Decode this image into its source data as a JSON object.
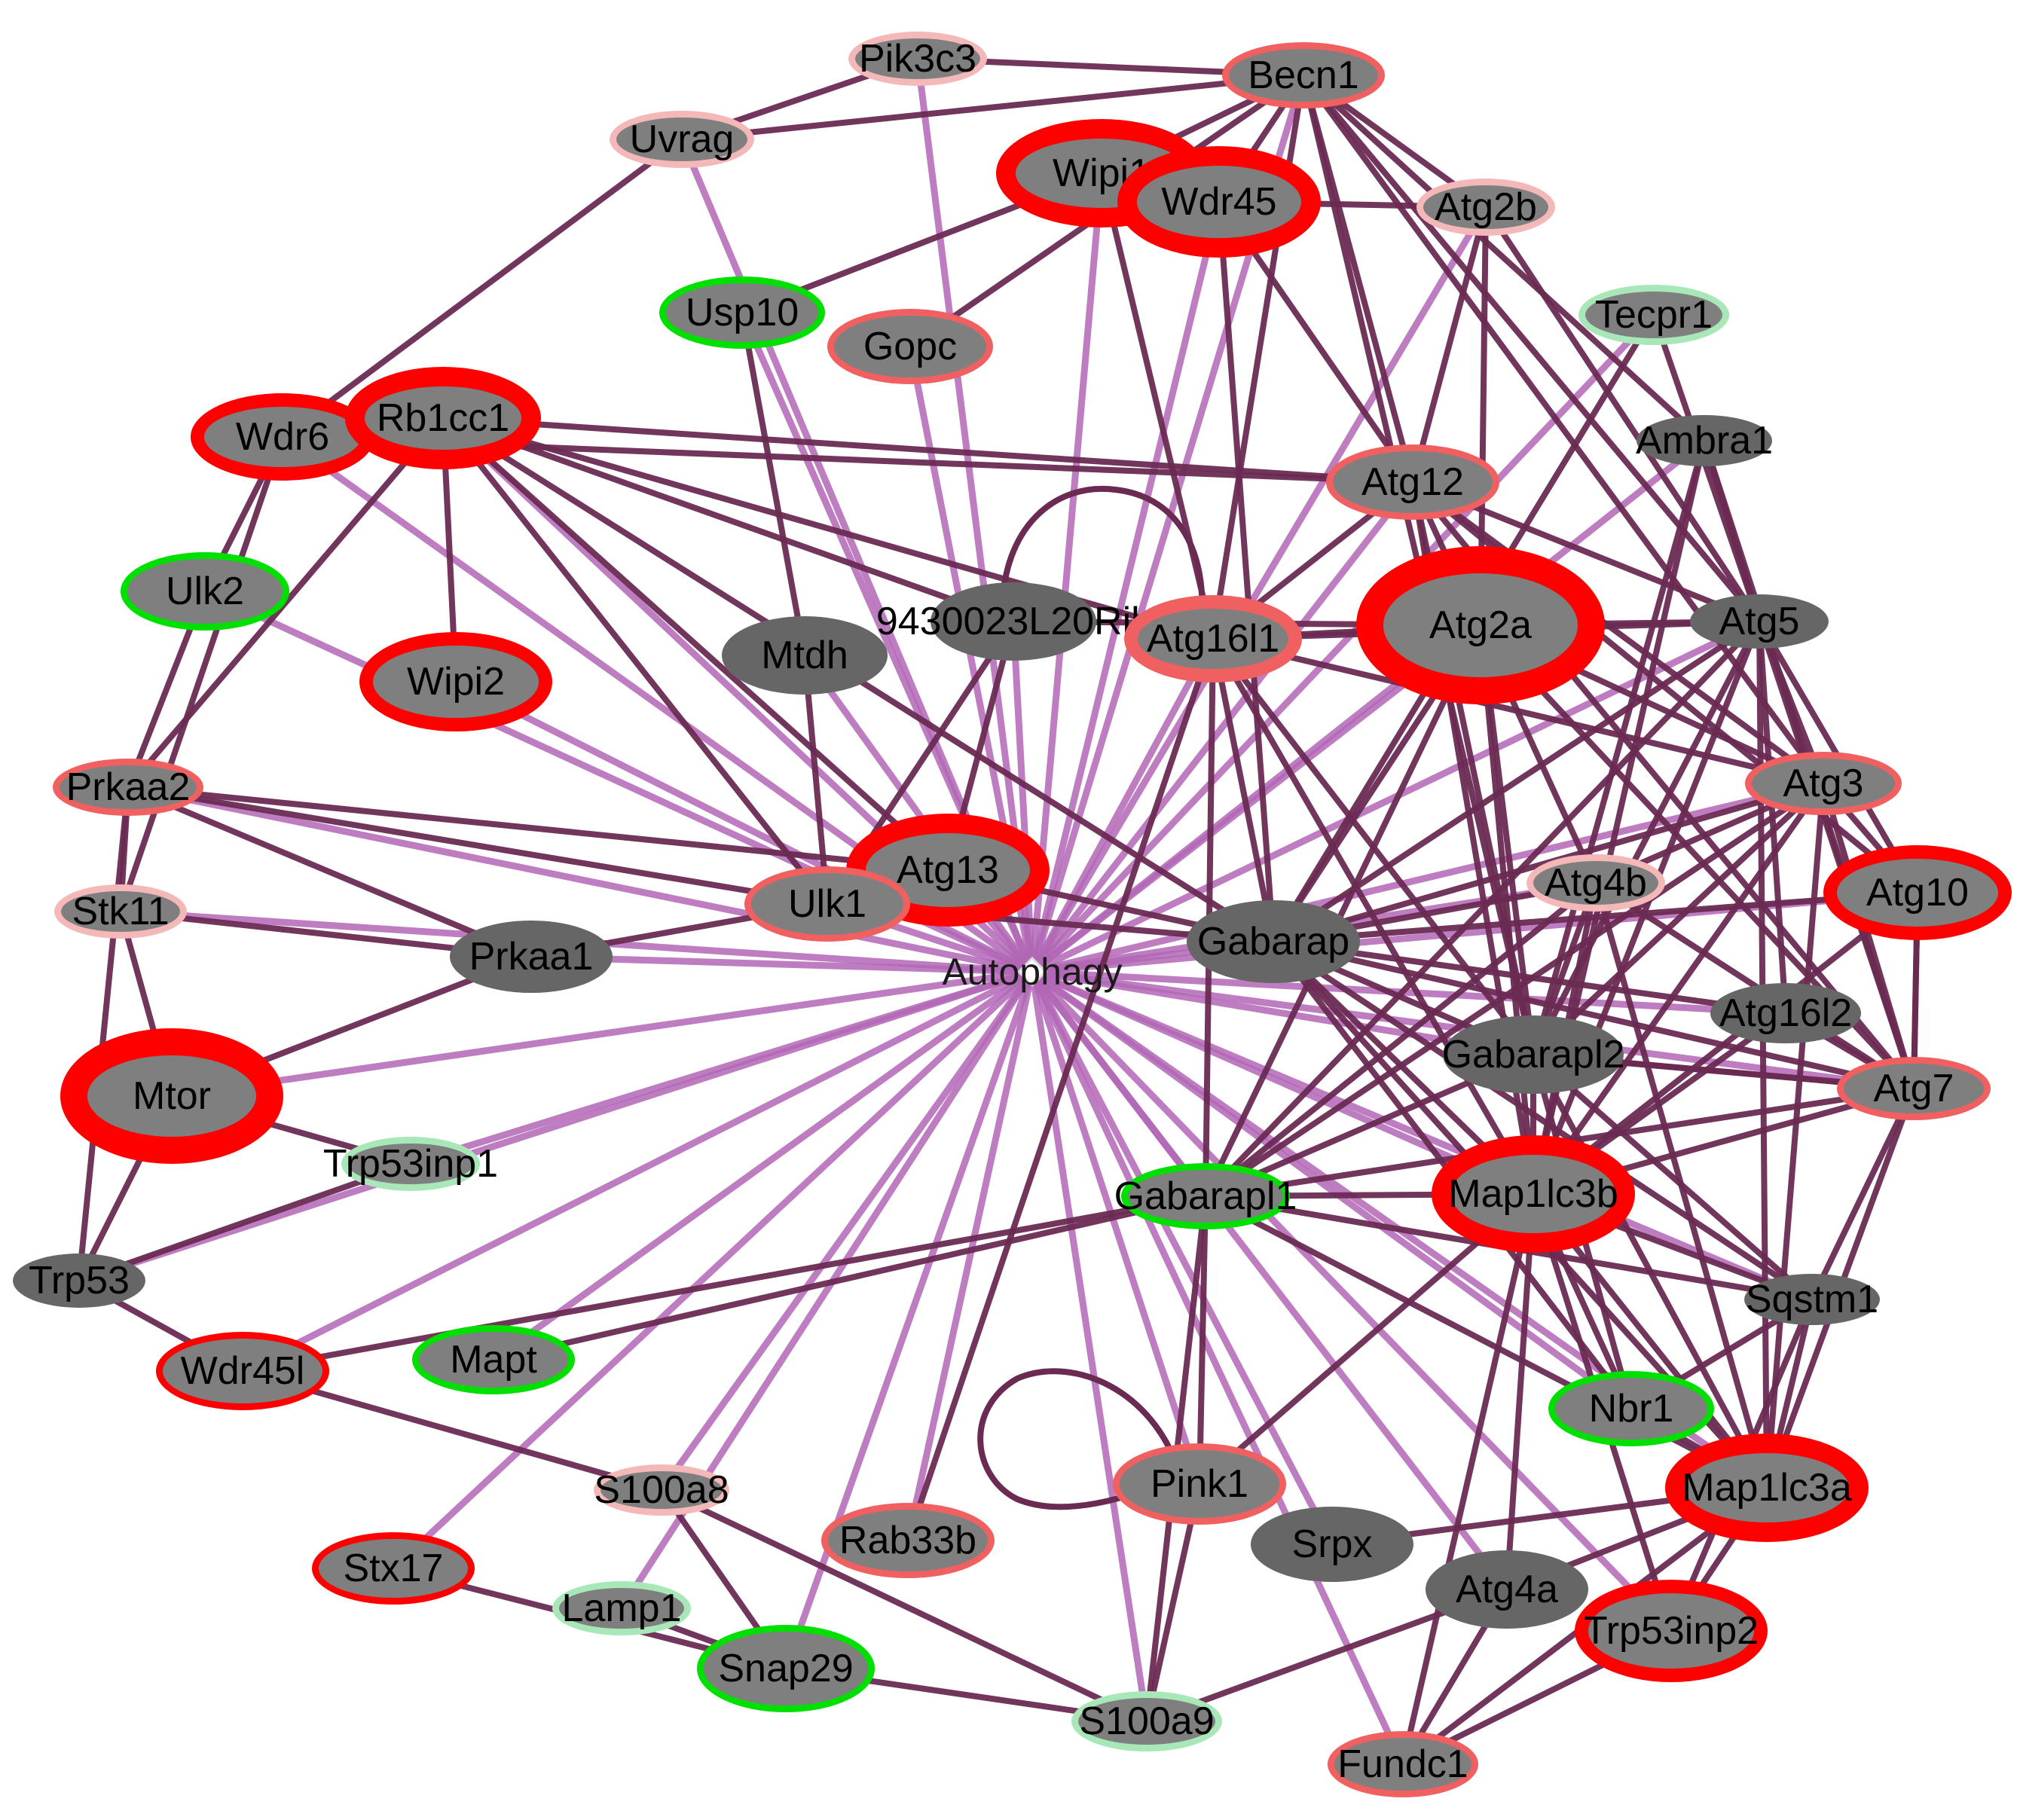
{
  "hub": {
    "id": "autophagy",
    "label": "Autophagy"
  },
  "colors": {
    "background": "#ffffff",
    "node_fill": "#7f7f7f",
    "node_fill_dark": "#666666",
    "edge_dark": "#6a2a52",
    "edge_light": "#b166b5",
    "ring_red": "#ff0000",
    "ring_salmon": "#f06060",
    "ring_pink": "#f4b8b8",
    "ring_green": "#00e000",
    "ring_light_green": "#a8e8b8"
  },
  "nodes": [
    {
      "id": "pik3c3",
      "label": "Pik3c3",
      "ring": "pink",
      "weight": 1
    },
    {
      "id": "becn1",
      "label": "Becn1",
      "ring": "salmon",
      "weight": 1
    },
    {
      "id": "uvrag",
      "label": "Uvrag",
      "ring": "pink",
      "weight": 1
    },
    {
      "id": "wipi1",
      "label": "Wipi1",
      "ring": "red",
      "weight": 3
    },
    {
      "id": "wdr45",
      "label": "Wdr45",
      "ring": "red",
      "weight": 3
    },
    {
      "id": "atg2b",
      "label": "Atg2b",
      "ring": "pink",
      "weight": 1
    },
    {
      "id": "usp10",
      "label": "Usp10",
      "ring": "green",
      "weight": 1
    },
    {
      "id": "gopc",
      "label": "Gopc",
      "ring": "salmon",
      "weight": 1
    },
    {
      "id": "tecpr1",
      "label": "Tecpr1",
      "ring": "light_green",
      "weight": 1
    },
    {
      "id": "wdr6",
      "label": "Wdr6",
      "ring": "red",
      "weight": 2
    },
    {
      "id": "rb1cc1",
      "label": "Rb1cc1",
      "ring": "red",
      "weight": 3
    },
    {
      "id": "ambra1",
      "label": "Ambra1",
      "ring": "none",
      "weight": 0
    },
    {
      "id": "atg12",
      "label": "Atg12",
      "ring": "salmon",
      "weight": 1
    },
    {
      "id": "ulk2",
      "label": "Ulk2",
      "ring": "green",
      "weight": 1
    },
    {
      "id": "gene9430023",
      "label": "9430023L20Rik",
      "ring": "none",
      "weight": 0
    },
    {
      "id": "mtdh",
      "label": "Mtdh",
      "ring": "none",
      "weight": 0
    },
    {
      "id": "atg16l1",
      "label": "Atg16l1",
      "ring": "salmon",
      "weight": 2
    },
    {
      "id": "atg2a",
      "label": "Atg2a",
      "ring": "red",
      "weight": 4
    },
    {
      "id": "atg5",
      "label": "Atg5",
      "ring": "none",
      "weight": 0
    },
    {
      "id": "wipi2",
      "label": "Wipi2",
      "ring": "red",
      "weight": 2
    },
    {
      "id": "prkaa2",
      "label": "Prkaa2",
      "ring": "salmon",
      "weight": 1
    },
    {
      "id": "atg3",
      "label": "Atg3",
      "ring": "salmon",
      "weight": 1
    },
    {
      "id": "atg13",
      "label": "Atg13",
      "ring": "red",
      "weight": 3
    },
    {
      "id": "ulk1",
      "label": "Ulk1",
      "ring": "salmon",
      "weight": 1
    },
    {
      "id": "atg4b",
      "label": "Atg4b",
      "ring": "pink",
      "weight": 1
    },
    {
      "id": "atg10",
      "label": "Atg10",
      "ring": "red",
      "weight": 2
    },
    {
      "id": "stk11",
      "label": "Stk11",
      "ring": "pink",
      "weight": 1
    },
    {
      "id": "prkaa1",
      "label": "Prkaa1",
      "ring": "none",
      "weight": 0
    },
    {
      "id": "gabarap",
      "label": "Gabarap",
      "ring": "none",
      "weight": 0
    },
    {
      "id": "atg16l2",
      "label": "Atg16l2",
      "ring": "none",
      "weight": 0
    },
    {
      "id": "gabarapl2",
      "label": "Gabarapl2",
      "ring": "none",
      "weight": 0
    },
    {
      "id": "atg7",
      "label": "Atg7",
      "ring": "salmon",
      "weight": 1
    },
    {
      "id": "mtor",
      "label": "Mtor",
      "ring": "red",
      "weight": 4
    },
    {
      "id": "trp53inp1",
      "label": "Trp53inp1",
      "ring": "light_green",
      "weight": 1
    },
    {
      "id": "gabarapl1",
      "label": "Gabarapl1",
      "ring": "green",
      "weight": 1
    },
    {
      "id": "map1lc3b",
      "label": "Map1lc3b",
      "ring": "red",
      "weight": 3
    },
    {
      "id": "trp53",
      "label": "Trp53",
      "ring": "none",
      "weight": 0
    },
    {
      "id": "sqstm1",
      "label": "Sqstm1",
      "ring": "none",
      "weight": 0
    },
    {
      "id": "wdr45l",
      "label": "Wdr45l",
      "ring": "red",
      "weight": 1
    },
    {
      "id": "mapt",
      "label": "Mapt",
      "ring": "green",
      "weight": 1
    },
    {
      "id": "nbr1",
      "label": "Nbr1",
      "ring": "green",
      "weight": 1
    },
    {
      "id": "map1lc3a",
      "label": "Map1lc3a",
      "ring": "red",
      "weight": 3
    },
    {
      "id": "s100a8",
      "label": "S100a8",
      "ring": "pink",
      "weight": 1
    },
    {
      "id": "pink1",
      "label": "Pink1",
      "ring": "salmon",
      "weight": 1
    },
    {
      "id": "rab33b",
      "label": "Rab33b",
      "ring": "salmon",
      "weight": 1
    },
    {
      "id": "srpx",
      "label": "Srpx",
      "ring": "none",
      "weight": 0
    },
    {
      "id": "stx17",
      "label": "Stx17",
      "ring": "red",
      "weight": 1
    },
    {
      "id": "atg4a",
      "label": "Atg4a",
      "ring": "none",
      "weight": 0
    },
    {
      "id": "trp53inp2",
      "label": "Trp53inp2",
      "ring": "red",
      "weight": 2
    },
    {
      "id": "lamp1",
      "label": "Lamp1",
      "ring": "light_green",
      "weight": 1
    },
    {
      "id": "snap29",
      "label": "Snap29",
      "ring": "green",
      "weight": 1
    },
    {
      "id": "s100a9",
      "label": "S100a9",
      "ring": "light_green",
      "weight": 1
    },
    {
      "id": "fundc1",
      "label": "Fundc1",
      "ring": "salmon",
      "weight": 1
    }
  ],
  "edges_dark": [
    [
      "pik3c3",
      "becn1"
    ],
    [
      "pik3c3",
      "uvrag"
    ],
    [
      "uvrag",
      "becn1"
    ],
    [
      "uvrag",
      "wdr6"
    ],
    [
      "becn1",
      "wipi1"
    ],
    [
      "becn1",
      "wdr45"
    ],
    [
      "becn1",
      "atg2b"
    ],
    [
      "becn1",
      "ambra1"
    ],
    [
      "becn1",
      "atg12"
    ],
    [
      "becn1",
      "atg5"
    ],
    [
      "becn1",
      "atg16l1"
    ],
    [
      "becn1",
      "gabarapl2"
    ],
    [
      "becn1",
      "atg3"
    ],
    [
      "becn1",
      "gopc"
    ],
    [
      "wipi1",
      "usp10"
    ],
    [
      "wipi1",
      "atg16l1"
    ],
    [
      "wdr45",
      "atg2b"
    ],
    [
      "wdr45",
      "atg12"
    ],
    [
      "wdr45",
      "gabarap"
    ],
    [
      "atg2b",
      "atg12"
    ],
    [
      "atg2b",
      "atg5"
    ],
    [
      "atg2b",
      "atg2a"
    ],
    [
      "tecpr1",
      "atg5"
    ],
    [
      "tecpr1",
      "gabarap"
    ],
    [
      "ambra1",
      "atg5"
    ],
    [
      "ambra1",
      "atg7"
    ],
    [
      "ambra1",
      "gabarapl2"
    ],
    [
      "ambra1",
      "map1lc3b"
    ],
    [
      "rb1cc1",
      "wdr6"
    ],
    [
      "rb1cc1",
      "wipi2"
    ],
    [
      "rb1cc1",
      "atg12"
    ],
    [
      "rb1cc1",
      "atg16l1"
    ],
    [
      "rb1cc1",
      "atg13"
    ],
    [
      "rb1cc1",
      "ulk1"
    ],
    [
      "rb1cc1",
      "prkaa2"
    ],
    [
      "rb1cc1",
      "gabarap"
    ],
    [
      "rb1cc1",
      "gene9430023"
    ],
    [
      "wdr6",
      "ulk2"
    ],
    [
      "wdr6",
      "stk11"
    ],
    [
      "atg12",
      "atg5"
    ],
    [
      "atg12",
      "atg16l1"
    ],
    [
      "atg12",
      "atg3"
    ],
    [
      "atg12",
      "atg7"
    ],
    [
      "atg12",
      "atg10"
    ],
    [
      "atg12",
      "map1lc3b"
    ],
    [
      "atg12",
      "gabarapl2"
    ],
    [
      "atg12",
      "atg4b"
    ],
    [
      "atg16l1",
      "atg5"
    ],
    [
      "atg16l1",
      "gabarap"
    ],
    [
      "atg16l1",
      "map1lc3b"
    ],
    [
      "atg16l1",
      "gabarapl1"
    ],
    [
      "atg16l1",
      "atg3"
    ],
    [
      "atg16l1",
      "gabarapl2"
    ],
    [
      "atg2a",
      "atg5"
    ],
    [
      "atg2a",
      "atg16l1"
    ],
    [
      "atg2a",
      "map1lc3b"
    ],
    [
      "atg2a",
      "gabarapl2"
    ],
    [
      "atg2a",
      "atg3"
    ],
    [
      "atg2a",
      "gabarap"
    ],
    [
      "atg2a",
      "gabarapl1"
    ],
    [
      "atg2a",
      "atg7"
    ],
    [
      "atg5",
      "atg3"
    ],
    [
      "atg5",
      "atg7"
    ],
    [
      "atg5",
      "atg10"
    ],
    [
      "atg5",
      "map1lc3b"
    ],
    [
      "atg5",
      "map1lc3a"
    ],
    [
      "atg5",
      "gabarapl2"
    ],
    [
      "atg5",
      "gabarap"
    ],
    [
      "atg5",
      "gabarapl1"
    ],
    [
      "atg5",
      "atg16l2"
    ],
    [
      "atg3",
      "map1lc3b"
    ],
    [
      "atg3",
      "gabarap"
    ],
    [
      "atg3",
      "gabarapl2"
    ],
    [
      "atg3",
      "map1lc3a"
    ],
    [
      "atg3",
      "atg4b"
    ],
    [
      "atg3",
      "gabarapl1"
    ],
    [
      "atg3",
      "atg7"
    ],
    [
      "atg10",
      "atg7"
    ],
    [
      "atg10",
      "map1lc3b"
    ],
    [
      "atg10",
      "gabarap"
    ],
    [
      "atg10",
      "atg3"
    ],
    [
      "atg7",
      "map1lc3b"
    ],
    [
      "atg7",
      "gabarapl2"
    ],
    [
      "atg7",
      "gabarap"
    ],
    [
      "atg7",
      "atg10"
    ],
    [
      "atg7",
      "map1lc3a"
    ],
    [
      "atg7",
      "sqstm1"
    ],
    [
      "atg7",
      "gabarapl1"
    ],
    [
      "atg7",
      "atg4b"
    ],
    [
      "atg4b",
      "gabarap"
    ],
    [
      "atg4b",
      "gabarapl2"
    ],
    [
      "atg4b",
      "map1lc3b"
    ],
    [
      "atg4b",
      "gabarapl1"
    ],
    [
      "atg4b",
      "map1lc3a"
    ],
    [
      "atg16l2",
      "atg7"
    ],
    [
      "atg16l2",
      "map1lc3b"
    ],
    [
      "atg16l2",
      "gabarap"
    ],
    [
      "gabarap",
      "gabarapl2"
    ],
    [
      "gabarap",
      "map1lc3b"
    ],
    [
      "gabarap",
      "nbr1"
    ],
    [
      "gabarap",
      "sqstm1"
    ],
    [
      "gabarap",
      "map1lc3a"
    ],
    [
      "gabarap",
      "atg13"
    ],
    [
      "gabarap",
      "ulk1"
    ],
    [
      "gabarapl2",
      "map1lc3b"
    ],
    [
      "gabarapl2",
      "sqstm1"
    ],
    [
      "gabarapl2",
      "nbr1"
    ],
    [
      "gabarapl2",
      "gabarapl1"
    ],
    [
      "gabarapl2",
      "map1lc3a"
    ],
    [
      "gabarapl2",
      "atg7"
    ],
    [
      "map1lc3b",
      "sqstm1"
    ],
    [
      "map1lc3b",
      "nbr1"
    ],
    [
      "map1lc3b",
      "map1lc3a"
    ],
    [
      "map1lc3b",
      "trp53inp2"
    ],
    [
      "map1lc3b",
      "atg4a"
    ],
    [
      "map1lc3b",
      "fundc1"
    ],
    [
      "map1lc3b",
      "pink1"
    ],
    [
      "map1lc3b",
      "gabarapl1"
    ],
    [
      "sqstm1",
      "nbr1"
    ],
    [
      "sqstm1",
      "map1lc3a"
    ],
    [
      "sqstm1",
      "trp53inp2"
    ],
    [
      "map1lc3a",
      "atg4a"
    ],
    [
      "map1lc3a",
      "trp53inp2"
    ],
    [
      "map1lc3a",
      "srpx"
    ],
    [
      "map1lc3a",
      "nbr1"
    ],
    [
      "map1lc3a",
      "fundc1"
    ],
    [
      "atg4a",
      "fundc1"
    ],
    [
      "atg4a",
      "s100a9"
    ],
    [
      "trp53inp2",
      "fundc1"
    ],
    [
      "gabarapl1",
      "wdr45l"
    ],
    [
      "gabarapl1",
      "pink1"
    ],
    [
      "gabarapl1",
      "s100a9"
    ],
    [
      "gabarapl1",
      "map1lc3a"
    ],
    [
      "gabarapl1",
      "sqstm1"
    ],
    [
      "ulk1",
      "atg13"
    ],
    [
      "ulk1",
      "prkaa1"
    ],
    [
      "ulk1",
      "prkaa2"
    ],
    [
      "ulk1",
      "gene9430023"
    ],
    [
      "atg13",
      "gene9430023"
    ],
    [
      "atg13",
      "prkaa2"
    ],
    [
      "prkaa1",
      "prkaa2"
    ],
    [
      "prkaa1",
      "stk11"
    ],
    [
      "prkaa1",
      "mtor"
    ],
    [
      "prkaa2",
      "stk11"
    ],
    [
      "prkaa2",
      "ulk2"
    ],
    [
      "stk11",
      "mtor"
    ],
    [
      "mtor",
      "trp53"
    ],
    [
      "mtor",
      "trp53inp1"
    ],
    [
      "trp53",
      "trp53inp1"
    ],
    [
      "trp53",
      "wdr45l"
    ],
    [
      "trp53",
      "prkaa2"
    ],
    [
      "wdr45l",
      "s100a8"
    ],
    [
      "s100a8",
      "snap29"
    ],
    [
      "s100a8",
      "s100a9"
    ],
    [
      "stx17",
      "snap29"
    ],
    [
      "lamp1",
      "snap29"
    ],
    [
      "snap29",
      "s100a9"
    ],
    [
      "pink1",
      "s100a9"
    ],
    [
      "mtdh",
      "ulk1"
    ],
    [
      "usp10",
      "mtdh"
    ],
    [
      "gene9430023",
      "atg2a"
    ],
    [
      "rab33b",
      "atg16l1"
    ],
    [
      "mapt",
      "gabarapl1"
    ],
    [
      "wdr6",
      "atg12"
    ]
  ],
  "edges_light": [
    [
      "autophagy",
      "uvrag"
    ],
    [
      "autophagy",
      "wipi1"
    ],
    [
      "autophagy",
      "wdr45"
    ],
    [
      "autophagy",
      "atg2b"
    ],
    [
      "autophagy",
      "usp10"
    ],
    [
      "autophagy",
      "gopc"
    ],
    [
      "autophagy",
      "tecpr1"
    ],
    [
      "autophagy",
      "rb1cc1"
    ],
    [
      "autophagy",
      "ambra1"
    ],
    [
      "autophagy",
      "atg12"
    ],
    [
      "autophagy",
      "ulk2"
    ],
    [
      "autophagy",
      "gene9430023"
    ],
    [
      "autophagy",
      "mtdh"
    ],
    [
      "autophagy",
      "atg16l1"
    ],
    [
      "autophagy",
      "atg2a"
    ],
    [
      "autophagy",
      "atg5"
    ],
    [
      "autophagy",
      "wipi2"
    ],
    [
      "autophagy",
      "prkaa2"
    ],
    [
      "autophagy",
      "atg3"
    ],
    [
      "autophagy",
      "atg13"
    ],
    [
      "autophagy",
      "ulk1"
    ],
    [
      "autophagy",
      "atg4b"
    ],
    [
      "autophagy",
      "atg10"
    ],
    [
      "autophagy",
      "stk11"
    ],
    [
      "autophagy",
      "prkaa1"
    ],
    [
      "autophagy",
      "gabarap"
    ],
    [
      "autophagy",
      "atg16l2"
    ],
    [
      "autophagy",
      "gabarapl2"
    ],
    [
      "autophagy",
      "atg7"
    ],
    [
      "autophagy",
      "mtor"
    ],
    [
      "autophagy",
      "trp53inp1"
    ],
    [
      "autophagy",
      "gabarapl1"
    ],
    [
      "autophagy",
      "map1lc3b"
    ],
    [
      "autophagy",
      "trp53"
    ],
    [
      "autophagy",
      "sqstm1"
    ],
    [
      "autophagy",
      "wdr45l"
    ],
    [
      "autophagy",
      "mapt"
    ],
    [
      "autophagy",
      "nbr1"
    ],
    [
      "autophagy",
      "map1lc3a"
    ],
    [
      "autophagy",
      "s100a8"
    ],
    [
      "autophagy",
      "pink1"
    ],
    [
      "autophagy",
      "rab33b"
    ],
    [
      "autophagy",
      "srpx"
    ],
    [
      "autophagy",
      "stx17"
    ],
    [
      "autophagy",
      "atg4a"
    ],
    [
      "autophagy",
      "trp53inp2"
    ],
    [
      "autophagy",
      "lamp1"
    ],
    [
      "autophagy",
      "snap29"
    ],
    [
      "autophagy",
      "s100a9"
    ],
    [
      "autophagy",
      "fundc1"
    ],
    [
      "autophagy",
      "becn1"
    ],
    [
      "autophagy",
      "pik3c3"
    ],
    [
      "autophagy",
      "wdr6"
    ]
  ]
}
